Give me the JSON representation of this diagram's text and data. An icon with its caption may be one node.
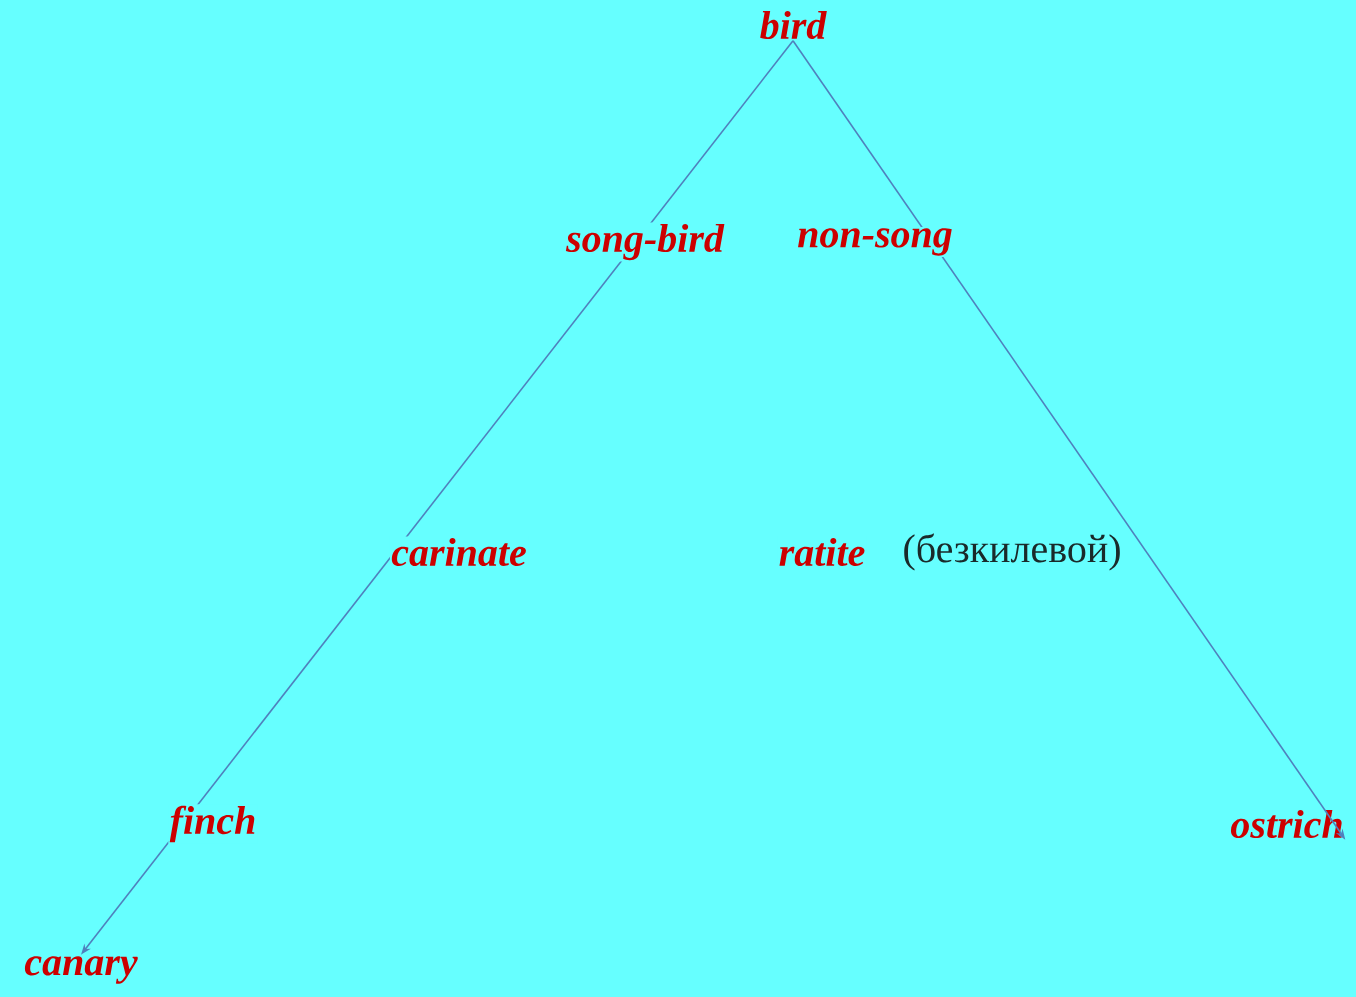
{
  "diagram": {
    "nodes": [
      {
        "text": [
          "bird"
        ]
      },
      {
        "text": [
          "canary"
        ]
      },
      {
        "text": [
          "ostrich"
        ]
      }
    ],
    "edges": [
      {
        "from": 0,
        "to": 1,
        "arrow": "to"
      },
      {
        "from": 0,
        "to": 2,
        "arrow": "to"
      }
    ],
    "labels": [
      "song-bird",
      "non-song",
      "carinate",
      "ratite",
      "(безкилевой)",
      "finch"
    ]
  }
}
